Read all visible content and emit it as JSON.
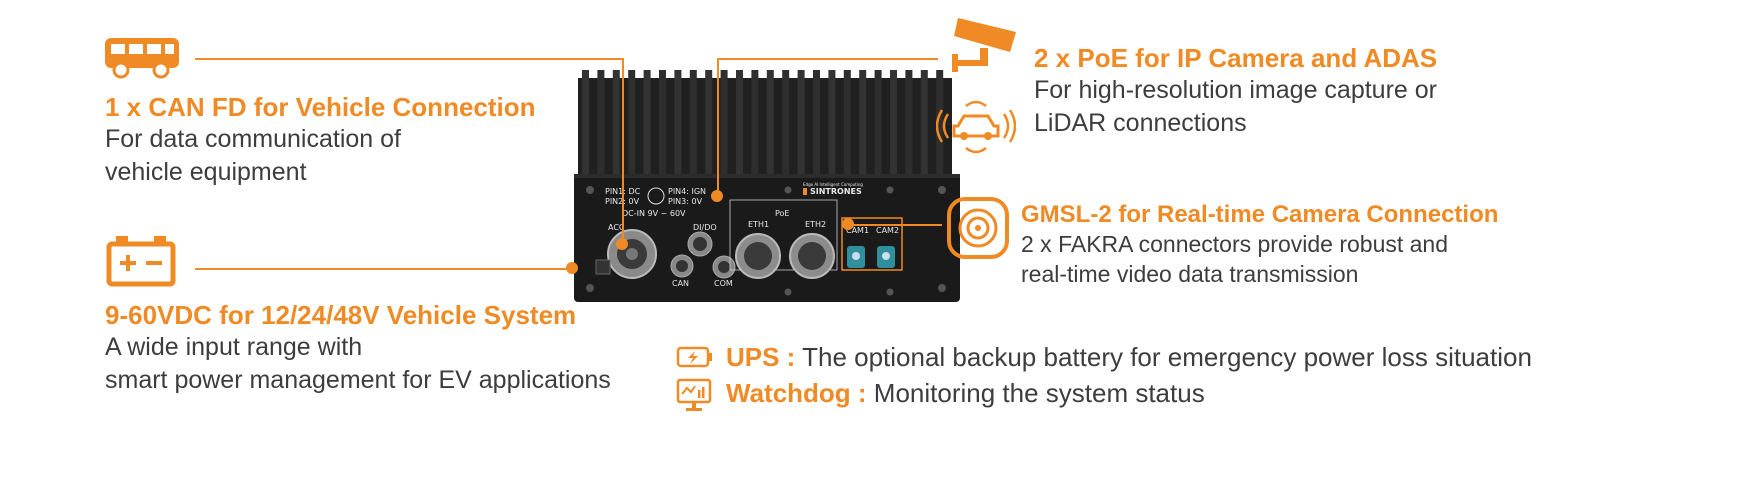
{
  "features": {
    "can": {
      "title": "1 x CAN FD for Vehicle Connection",
      "desc": [
        "For data communication of",
        "vehicle equipment"
      ],
      "icon": "bus-icon"
    },
    "power": {
      "title": "9-60VDC for 12/24/48V Vehicle System",
      "desc": [
        "A wide input range with",
        "smart power management for EV applications"
      ],
      "icon": "battery-icon"
    },
    "poe": {
      "title": "2 x PoE for IP Camera and ADAS",
      "desc": [
        "For high-resolution image capture or",
        "LiDAR connections"
      ],
      "icons": [
        "security-camera-icon",
        "lidar-car-icon"
      ]
    },
    "gmsl": {
      "title": "GMSL-2 for Real-time Camera Connection",
      "desc": [
        "2 x FAKRA connectors provide robust and",
        "real-time video data transmission"
      ],
      "icon": "camera-lens-icon"
    }
  },
  "bottom": {
    "ups": {
      "label": "UPS :",
      "text": " The optional backup battery for emergency power loss situation",
      "icon": "battery-charging-icon"
    },
    "watchdog": {
      "label": "Watchdog :",
      "text": " Monitoring the system status",
      "icon": "monitor-chart-icon"
    }
  },
  "device": {
    "brand": "SINTRONES",
    "tagline": "Edge AI Intelligent Computing",
    "labels": {
      "pin1": "PIN1: DC",
      "pin2": "PIN2: 0V",
      "pin4": "PIN4: IGN",
      "pin3": "PIN3: 0V",
      "dcin": "DC-IN 9V ~ 60V",
      "acc": "ACC",
      "dido": "DI/DO",
      "can": "CAN",
      "com": "COM",
      "poe": "PoE",
      "eth1": "ETH1",
      "eth2": "ETH2",
      "cam1": "CAM1",
      "cam2": "CAM2"
    }
  },
  "colors": {
    "accent": "#f08a24",
    "text": "#3d3d3d",
    "device": "#1c1c1c",
    "fakra": "#2f8f9d"
  }
}
